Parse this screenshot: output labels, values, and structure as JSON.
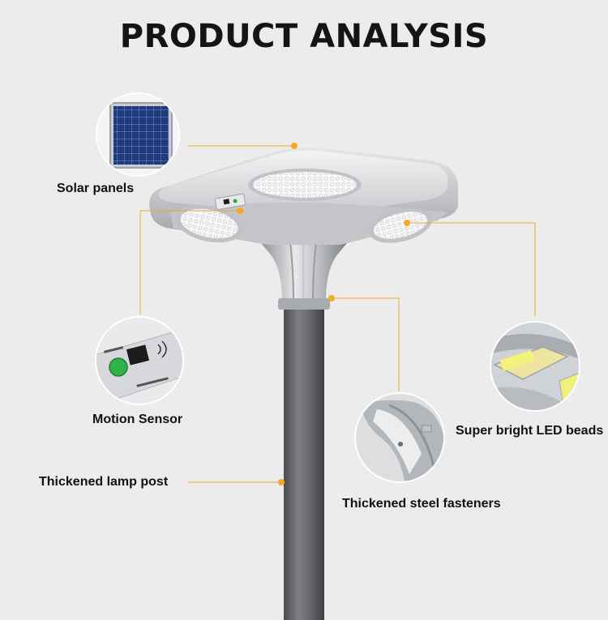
{
  "title": "PRODUCT ANALYSIS",
  "features": {
    "solar_panels": "Solar panels",
    "motion_sensor": "Motion Sensor",
    "lamp_post": "Thickened lamp post",
    "led_beads": "Super bright LED beads",
    "steel_fasteners": "Thickened steel fasteners"
  },
  "colors": {
    "background": "#ececec",
    "callout_line": "#f0a830",
    "dot": "#f7a823",
    "pole": "#6b6d70",
    "lamp_body": "#d9dadc"
  }
}
